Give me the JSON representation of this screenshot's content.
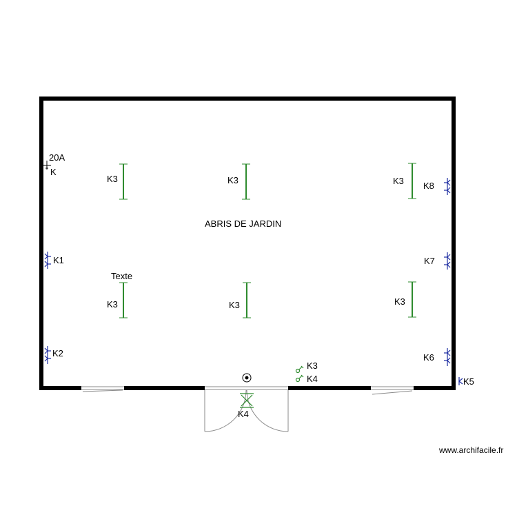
{
  "room_name": "ABRIS DE JARDIN",
  "breaker": {
    "rating": "20A",
    "circuit": "K"
  },
  "lights_label": "K3",
  "text_note": "Texte",
  "outlets": {
    "k1": "K1",
    "k2": "K2",
    "k5": "K5",
    "k6": "K6",
    "k7": "K7",
    "k8": "K8"
  },
  "switches": {
    "s1": "K3",
    "s2": "K4"
  },
  "door_light": "K4",
  "credit": "www.archifacile.fr",
  "colors": {
    "wall": "#000000",
    "light": "#2e8b2e",
    "outlet": "#1a2aa0",
    "switch": "#2e8b2e",
    "opening": "#8a8a8a"
  }
}
